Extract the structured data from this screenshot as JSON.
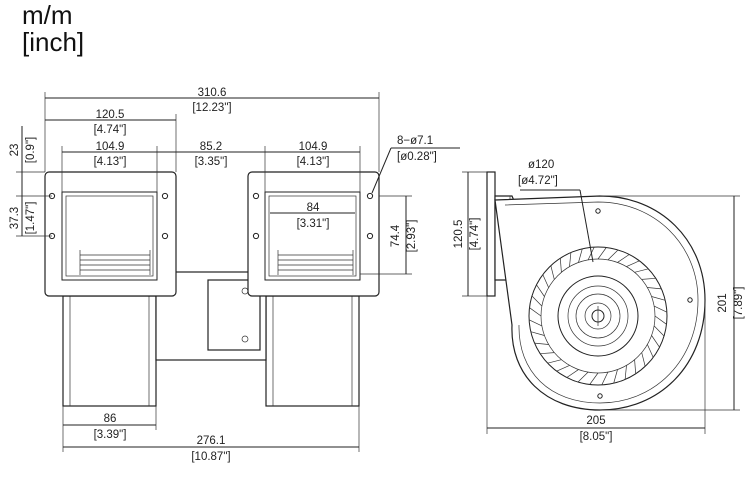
{
  "units": {
    "metric": "m/m",
    "imperial": "[inch]"
  },
  "front_view": {
    "overall_width": {
      "mm": "310.6",
      "inch": "[12.23\"]"
    },
    "flange_width": {
      "mm": "120.5",
      "inch": "[4.74\"]"
    },
    "outlet_width_left": {
      "mm": "104.9",
      "inch": "[4.13\"]"
    },
    "gap_between": {
      "mm": "85.2",
      "inch": "[3.35\"]"
    },
    "outlet_width_right": {
      "mm": "104.9",
      "inch": "[4.13\"]"
    },
    "holes": {
      "mm": "8−ø7.1",
      "inch": "[ø0.28\"]"
    },
    "top_offset": {
      "mm": "23",
      "inch": "[0.9\"]"
    },
    "hole_spacing": {
      "mm": "37.3",
      "inch": "[1.47\"]"
    },
    "opening_width": {
      "mm": "84",
      "inch": "[3.31\"]"
    },
    "opening_height": {
      "mm": "74.4",
      "inch": "[2.93\"]"
    },
    "housing_width": {
      "mm": "86",
      "inch": "[3.39\"]"
    },
    "base_width": {
      "mm": "276.1",
      "inch": "[10.87\"]"
    }
  },
  "side_view": {
    "inlet_diameter": {
      "mm": "ø120",
      "inch": "[ø4.72\"]"
    },
    "flange_height": {
      "mm": "120.5",
      "inch": "[4.74\"]"
    },
    "overall_height": {
      "mm": "201",
      "inch": "[7.89\"]"
    },
    "overall_width": {
      "mm": "205",
      "inch": "[8.05\"]"
    }
  }
}
